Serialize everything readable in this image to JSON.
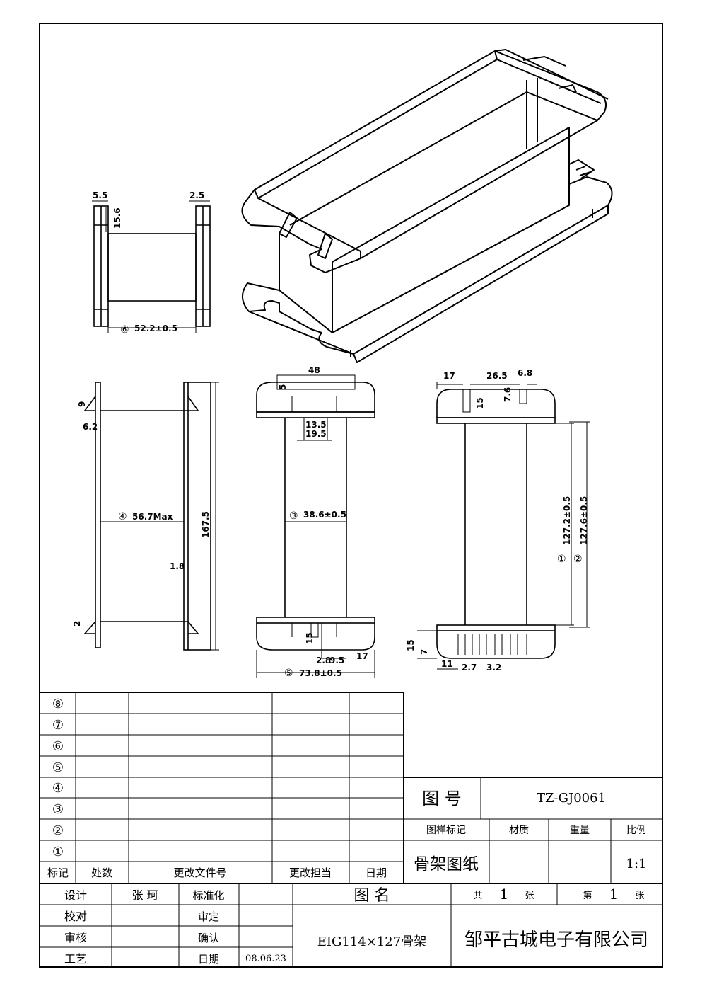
{
  "top_view": {
    "dim_left_top": "5.5",
    "dim_right_top": "2.5",
    "dim_height": "15.6",
    "dim_bottom": "52.2±0.5",
    "mark": "⑥"
  },
  "side_view": {
    "dim_flange_h": "9",
    "dim_flange_w": "6.2",
    "dim_inner": "56.7Max",
    "dim_total": "167.5",
    "dim_wall": "1.8",
    "dim_bottom": "2",
    "mark": "④"
  },
  "front_view": {
    "dim_top": "48",
    "dim_small": "5",
    "dim_a": "13.5",
    "dim_b": "19.5",
    "dim_center": "38.6±0.5",
    "dim_pin_h": "15",
    "dim_p1": "2.8",
    "dim_p2": "9.5",
    "dim_p3": "17",
    "dim_bottom": "73.8±0.5",
    "mark_center": "③",
    "mark_bottom": "⑤"
  },
  "right_view": {
    "dim_17": "17",
    "dim_265": "26.5",
    "dim_68": "6.8",
    "dim_15": "15",
    "dim_76": "7.6",
    "dim_1272": "127.2±0.5",
    "dim_1276": "127.6±0.5",
    "mark1": "①",
    "mark2": "②",
    "dim_b15": "15",
    "dim_b7": "7",
    "dim_b11": "11",
    "dim_b27": "2.7",
    "dim_b32": "3.2"
  },
  "revision_table": {
    "row_marks": [
      "⑧",
      "⑦",
      "⑥",
      "⑤",
      "④",
      "③",
      "②",
      "①"
    ],
    "headers": [
      "标记",
      "处数",
      "更改文件号",
      "更改担当",
      "日期"
    ]
  },
  "title_block": {
    "drawing_no_label": "图  号",
    "drawing_no": "TZ-GJ0061",
    "sample_mark": "图样标记",
    "material": "材质",
    "weight": "重量",
    "scale_label": "比例",
    "doc_type": "骨架图纸",
    "scale": "1:1",
    "design_label": "设计",
    "designer": "张 珂",
    "standard_label": "标准化",
    "check_label": "校对",
    "review_label": "审定",
    "audit_label": "审核",
    "confirm_label": "确认",
    "process_label": "工艺",
    "date_label": "日期",
    "date": "08.06.23",
    "name_label": "图  名",
    "part_name": "EIG114×127骨架",
    "total_label": "共",
    "total": "1",
    "sheet_unit": "张",
    "sheet_label": "第",
    "sheet": "1",
    "sheet_unit2": "张",
    "company": "邹平古城电子有限公司"
  }
}
